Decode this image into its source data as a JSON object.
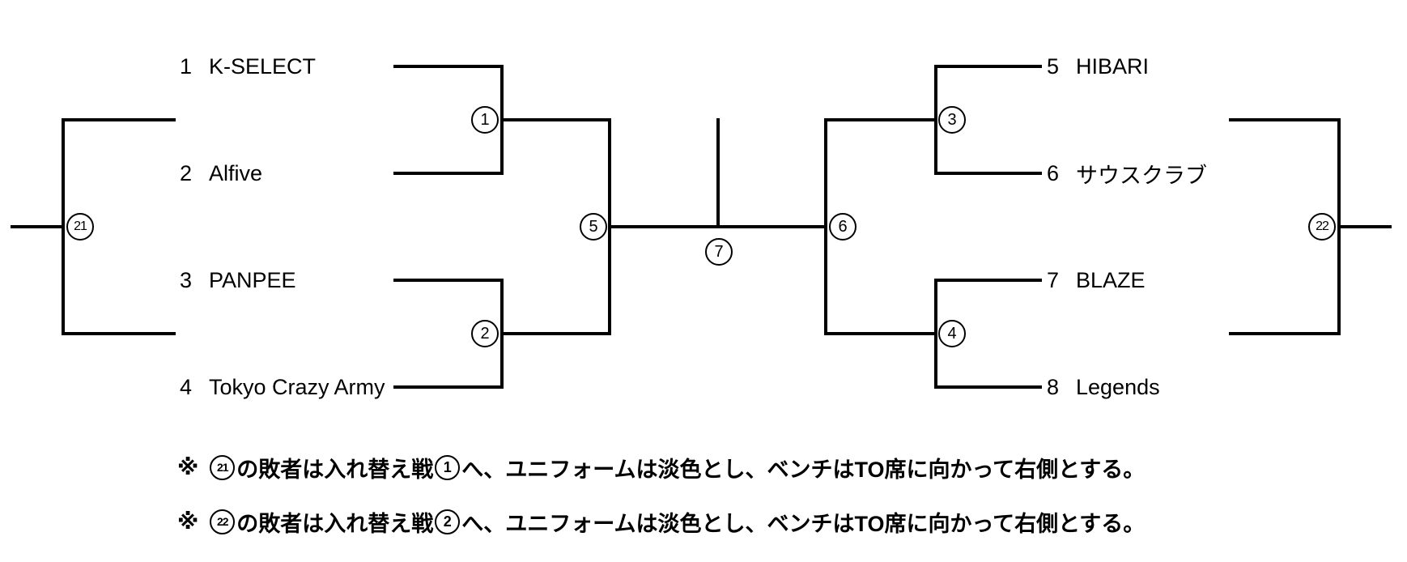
{
  "bracket": {
    "teams_left": [
      {
        "seed": "1",
        "name": "K-SELECT"
      },
      {
        "seed": "2",
        "name": "Alfive"
      },
      {
        "seed": "3",
        "name": "PANPEE"
      },
      {
        "seed": "4",
        "name": "Tokyo Crazy Army"
      }
    ],
    "teams_right": [
      {
        "seed": "5",
        "name": "HIBARI"
      },
      {
        "seed": "6",
        "name": "サウスクラブ"
      },
      {
        "seed": "7",
        "name": "BLAZE"
      },
      {
        "seed": "8",
        "name": "Legends"
      }
    ],
    "matches": {
      "m1": "1",
      "m2": "2",
      "m3": "3",
      "m4": "4",
      "m5": "5",
      "m6": "6",
      "m7": "7",
      "m21": "21",
      "m22": "22"
    }
  },
  "notes": [
    {
      "marker": "※",
      "match_ref": "21",
      "text_mid": "の敗者は入れ替え戦",
      "dest_ref": "1",
      "text_end": "へ、ユニフォームは淡色とし、ベンチはTO席に向かって右側とする。"
    },
    {
      "marker": "※",
      "match_ref": "22",
      "text_mid": "の敗者は入れ替え戦",
      "dest_ref": "2",
      "text_end": "へ、ユニフォームは淡色とし、ベンチはTO席に向かって右側とする。"
    }
  ],
  "colors": {
    "line": "#000000",
    "background": "#ffffff",
    "text": "#000000"
  }
}
